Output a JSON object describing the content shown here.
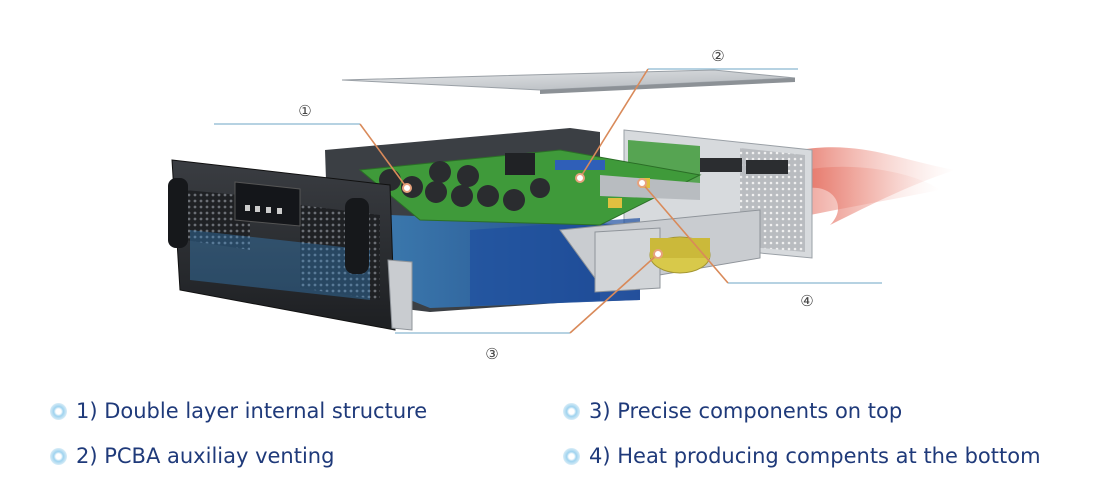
{
  "callouts": [
    {
      "id": "1",
      "label": "①"
    },
    {
      "id": "2",
      "label": "②"
    },
    {
      "id": "3",
      "label": "③"
    },
    {
      "id": "4",
      "label": "④"
    }
  ],
  "legend": [
    "1) Double layer internal structure",
    "2) PCBA auxiliay venting",
    "3) Precise components on top",
    "4) Heat producing compents at the bottom"
  ],
  "colors": {
    "leader_line": "#d98a5a",
    "callout_rule": "#9dc3d8",
    "legend_text": "#1f3a7a",
    "pcb_green": "#3f9a3a",
    "chassis_dark": "#2c2f33",
    "heat_red": "#e46b5c"
  }
}
